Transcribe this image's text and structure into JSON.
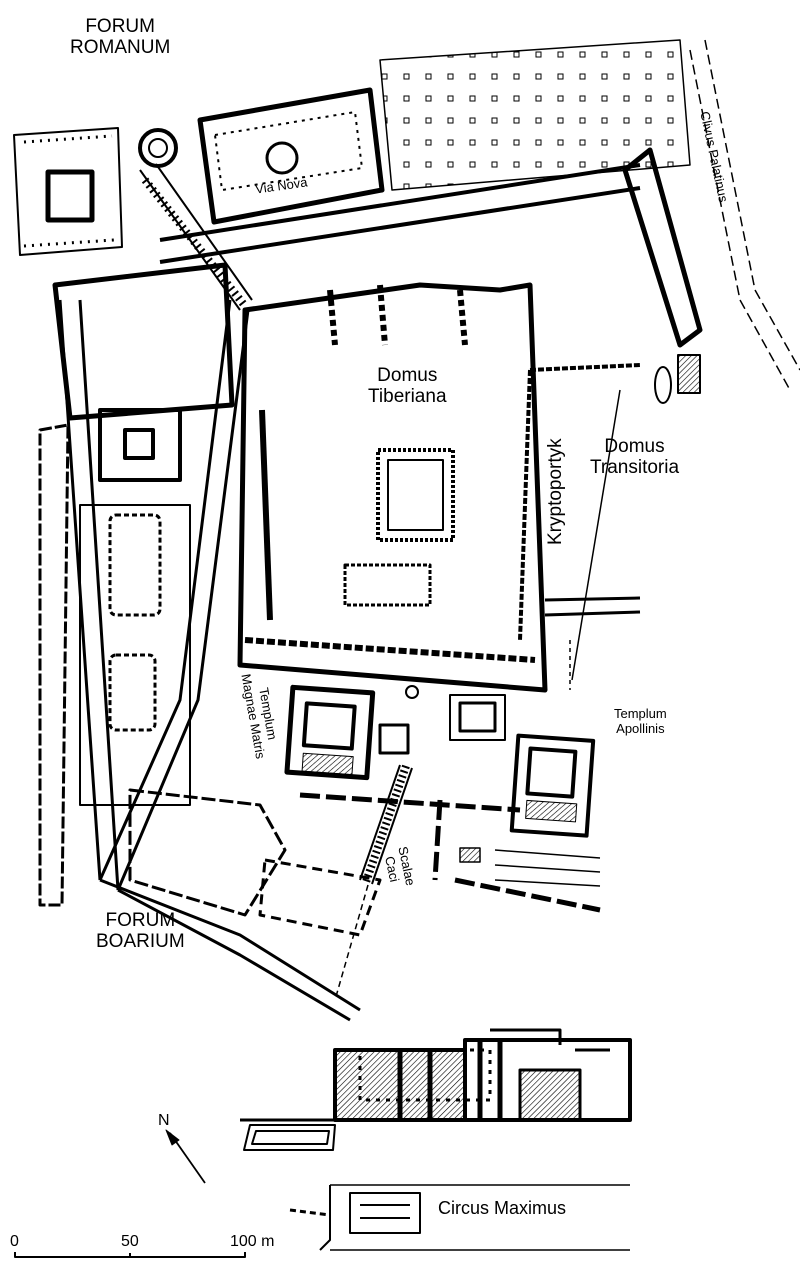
{
  "labels": {
    "forum_romanum": [
      "FORUM",
      "ROMANUM"
    ],
    "via_nova": "Via Nova",
    "clivus_palatinus": "Clivus Palatinus",
    "domus_tiberiana": [
      "Domus",
      "Tiberiana"
    ],
    "kryptoportyk": "Kryptoportyk",
    "domus_transitoria": [
      "Domus",
      "Transitoria"
    ],
    "templum_magnae_matris": [
      "Templum",
      "Magnae Matris"
    ],
    "templum_apollinis": [
      "Templum",
      "Apollinis"
    ],
    "scalae_caci": [
      "Scalae",
      "Caci"
    ],
    "forum_boarium": [
      "FORUM",
      "BOARIUM"
    ],
    "circus_maximus": "Circus Maximus"
  },
  "north_arrow": {
    "label": "N"
  },
  "scale_bar": {
    "ticks": [
      "0",
      "50",
      "100 m"
    ]
  },
  "colors": {
    "ink": "#000000",
    "paper": "#ffffff",
    "hatch": "#888888"
  }
}
